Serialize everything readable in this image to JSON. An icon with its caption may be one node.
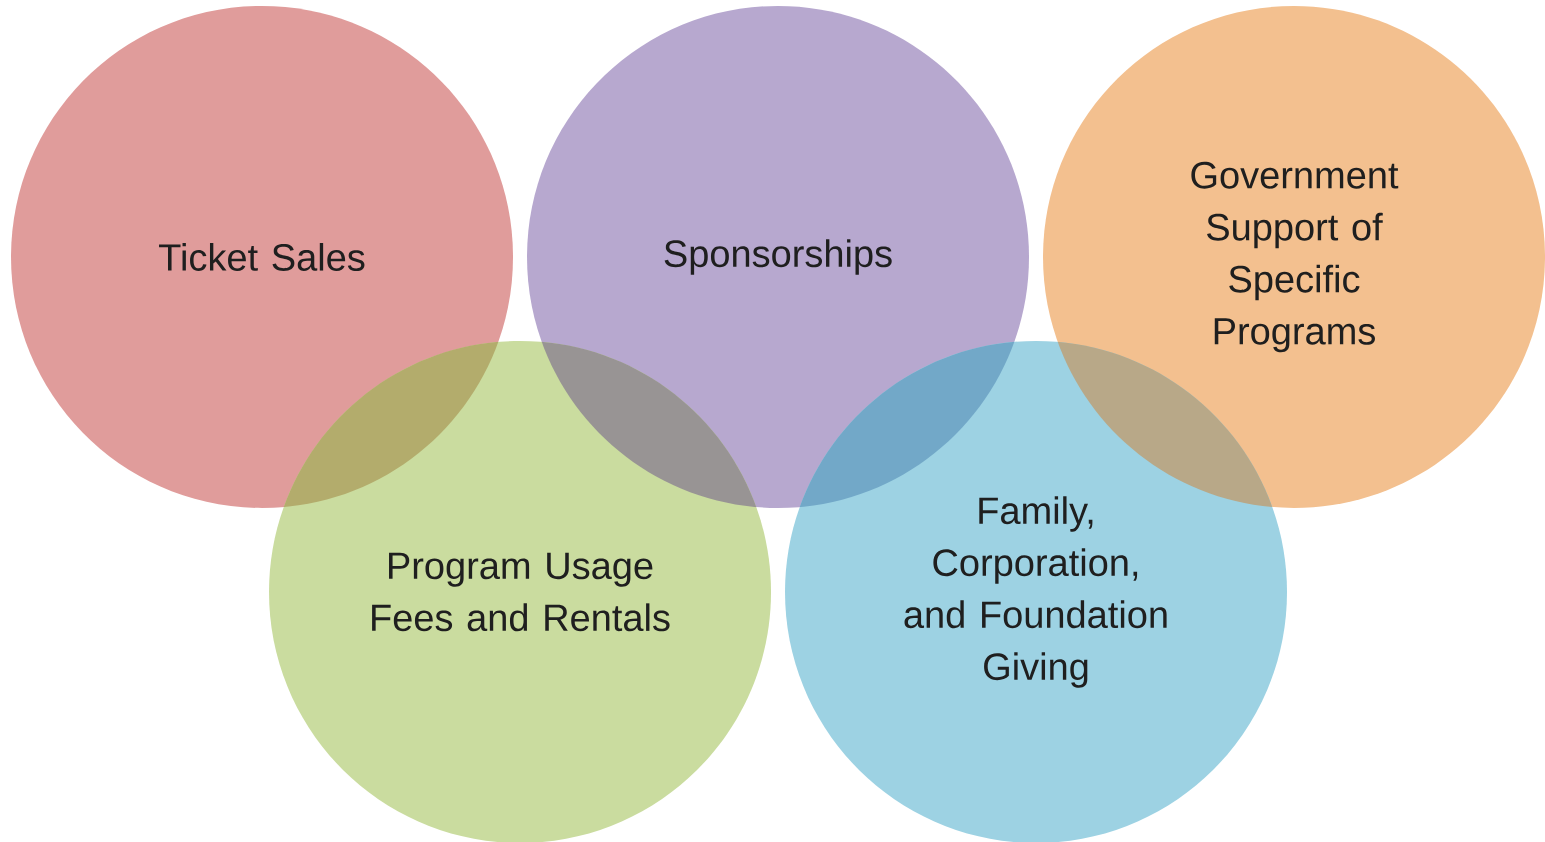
{
  "diagram": {
    "nodes": [
      {
        "text": [
          "Ticket Sales"
        ]
      },
      {
        "text": [
          "Sponsorships"
        ]
      },
      {
        "text": [
          "Government Support of Specific Programs"
        ]
      },
      {
        "text": [
          "Program Usage Fees and Rentals"
        ]
      },
      {
        "text": [
          "Family, Corporation, and Foundation Giving"
        ]
      }
    ]
  }
}
